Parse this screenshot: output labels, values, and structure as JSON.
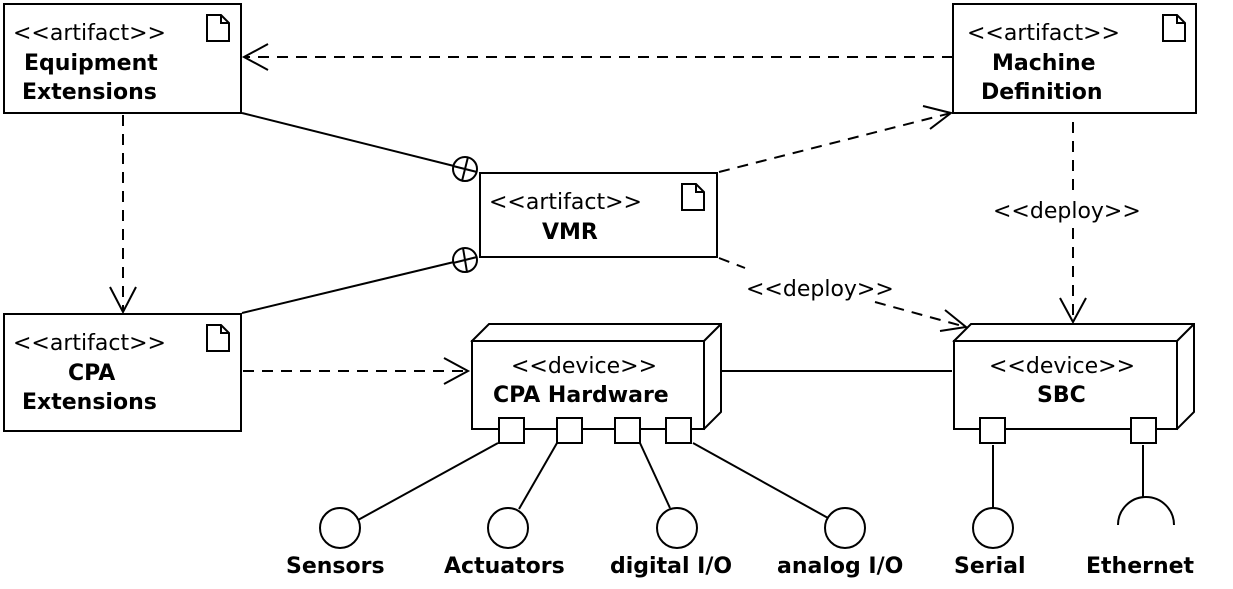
{
  "diagram": {
    "type": "UML deployment diagram",
    "artifacts": [
      {
        "id": "equipment-extensions",
        "stereotype": "<<artifact>>",
        "name_lines": [
          "Equipment",
          "Extensions"
        ],
        "icon": "document-icon"
      },
      {
        "id": "machine-definition",
        "stereotype": "<<artifact>>",
        "name_lines": [
          "Machine",
          "Definition"
        ],
        "icon": "document-icon"
      },
      {
        "id": "vmr",
        "stereotype": "<<artifact>>",
        "name_lines": [
          "VMR"
        ],
        "icon": "document-icon"
      },
      {
        "id": "cpa-extensions",
        "stereotype": "<<artifact>>",
        "name_lines": [
          "CPA",
          "Extensions"
        ],
        "icon": "document-icon"
      }
    ],
    "devices": [
      {
        "id": "cpa-hardware",
        "stereotype": "<<device>>",
        "name": "CPA Hardware",
        "ports": 4
      },
      {
        "id": "sbc",
        "stereotype": "<<device>>",
        "name": "SBC",
        "ports": 2
      }
    ],
    "interfaces": [
      {
        "id": "sensors",
        "label": "Sensors",
        "kind": "provided"
      },
      {
        "id": "actuators",
        "label": "Actuators",
        "kind": "provided"
      },
      {
        "id": "digital-io",
        "label": "digital I/O",
        "kind": "provided"
      },
      {
        "id": "analog-io",
        "label": "analog I/O",
        "kind": "provided"
      },
      {
        "id": "serial",
        "label": "Serial",
        "kind": "provided"
      },
      {
        "id": "ethernet",
        "label": "Ethernet",
        "kind": "required"
      }
    ],
    "relations": [
      {
        "from": "machine-definition",
        "to": "equipment-extensions",
        "kind": "dependency",
        "label": ""
      },
      {
        "from": "equipment-extensions",
        "to": "cpa-extensions",
        "kind": "dependency",
        "label": ""
      },
      {
        "from": "vmr",
        "to": "machine-definition",
        "kind": "dependency",
        "label": ""
      },
      {
        "from": "vmr",
        "to": "sbc",
        "kind": "dependency",
        "label": "<<deploy>>"
      },
      {
        "from": "machine-definition",
        "to": "sbc",
        "kind": "dependency",
        "label": "<<deploy>>"
      },
      {
        "from": "cpa-extensions",
        "to": "cpa-hardware",
        "kind": "dependency",
        "label": ""
      },
      {
        "from": "equipment-extensions",
        "to": "vmr",
        "kind": "containment",
        "label": ""
      },
      {
        "from": "cpa-extensions",
        "to": "vmr",
        "kind": "containment",
        "label": ""
      },
      {
        "from": "cpa-hardware",
        "to": "sbc",
        "kind": "association",
        "label": ""
      }
    ],
    "labels": {
      "deploy_vmr_sbc": "<<deploy>>",
      "deploy_md_sbc": "<<deploy>>"
    }
  }
}
